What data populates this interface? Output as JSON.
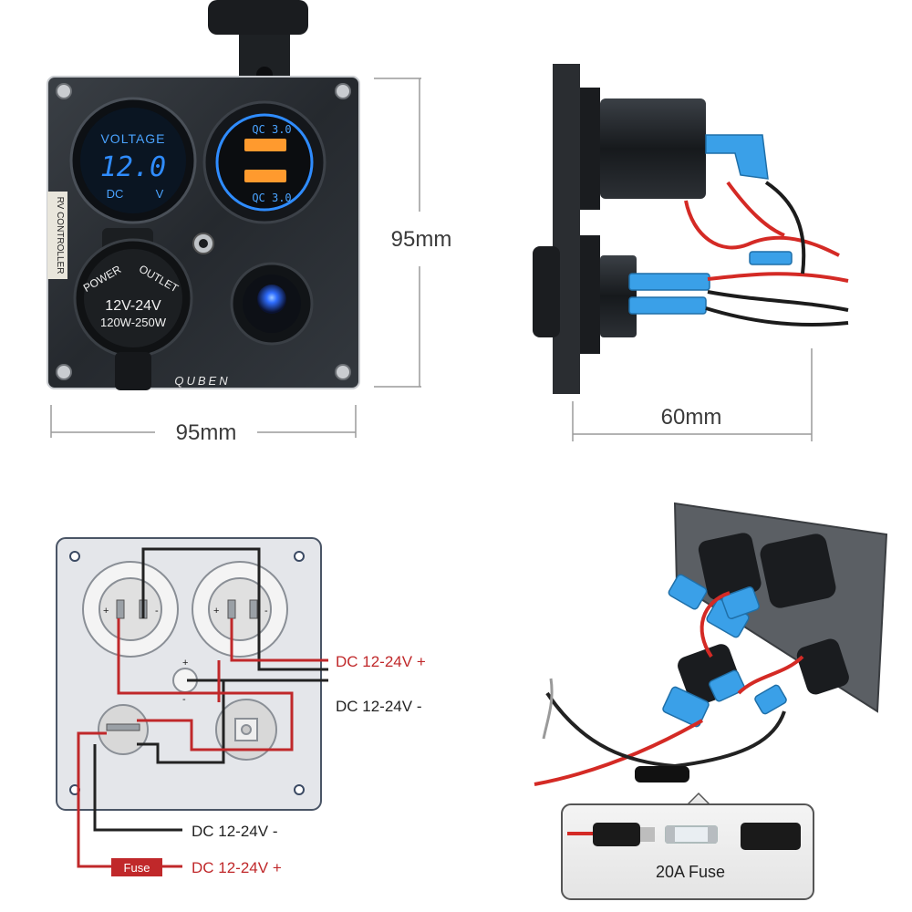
{
  "dimensions": {
    "front_height": "95mm",
    "front_width": "95mm",
    "side_depth": "60mm"
  },
  "front_panel": {
    "side_label": "RV CONTROLLER",
    "brand": "QUBEN",
    "voltmeter": {
      "title": "VOLTAGE",
      "reading": "12.0",
      "unit_left": "DC",
      "unit_right": "V",
      "display_color": "#2f8cff"
    },
    "usb": {
      "top_label": "QC 3.0",
      "bottom_label": "QC 3.0",
      "port_color": "#ff9a2e"
    },
    "outlet": {
      "label_left": "POWER",
      "label_right": "OUTLET",
      "voltage": "12V-24V",
      "wattage": "120W-250W"
    },
    "switch_light_color": "#2f6dff"
  },
  "wiring_diagram": {
    "dc_pos_top": "DC 12-24V +",
    "dc_neg_top": "DC 12-24V -",
    "dc_neg_bottom": "DC 12-24V -",
    "dc_pos_bottom": "DC 12-24V +",
    "fuse_tag": "Fuse",
    "plus_sign": "+",
    "minus_sign": "-",
    "positive_color": "#c0282a",
    "negative_color": "#222222"
  },
  "fuse_inset": {
    "caption": "20A Fuse"
  },
  "colors": {
    "panel": "#2b2f34",
    "accent_blue": "#1e90ff",
    "terminal_blue": "#3aa0e8",
    "wire_red": "#d42a25"
  }
}
